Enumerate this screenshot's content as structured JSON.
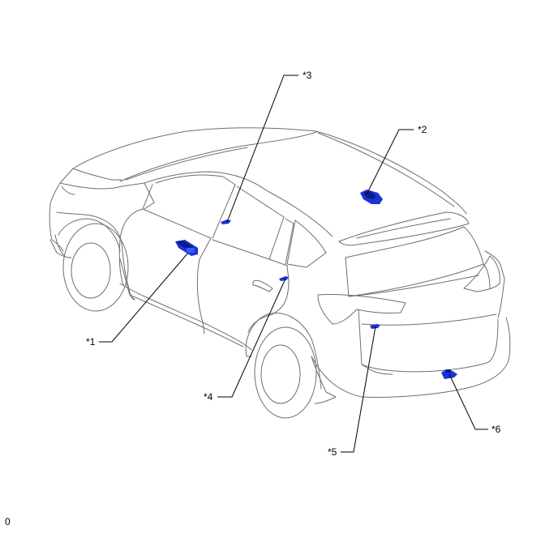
{
  "callouts": [
    {
      "id": "1",
      "label": "*1"
    },
    {
      "id": "2",
      "label": "*2"
    },
    {
      "id": "3",
      "label": "*3"
    },
    {
      "id": "4",
      "label": "*4"
    },
    {
      "id": "5",
      "label": "*5"
    },
    {
      "id": "6",
      "label": "*6"
    }
  ],
  "page_number": "0",
  "colors": {
    "component": "#1a32d8",
    "component_dark": "#0c1a8a",
    "outline": "#6e6e6e",
    "leader": "#000000"
  }
}
